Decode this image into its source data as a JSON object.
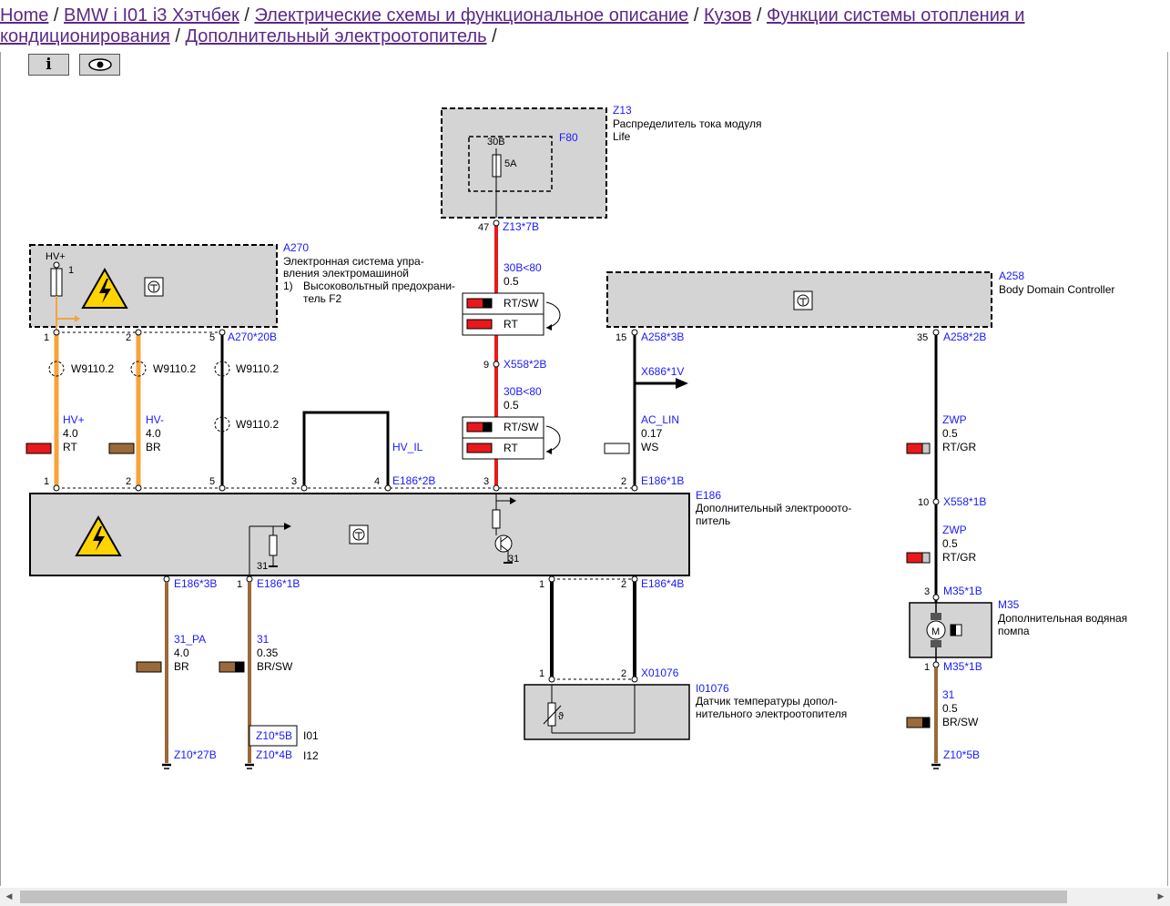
{
  "breadcrumb": {
    "items": [
      "Home",
      "BMW i I01 i3 Хэтчбек",
      "Электрические схемы и функциональное описание",
      "Кузов",
      "Функции системы отопления и кондиционирования",
      "Дополнительный электроотопитель"
    ],
    "separator": "/"
  },
  "toolbar": {
    "info_icon": "info-icon",
    "view_icon": "eye-icon"
  },
  "components": {
    "z13": {
      "id": "Z13",
      "desc1": "Распределитель тока модуля",
      "desc2": "Life",
      "fuse_id": "F80",
      "fuse_term": "30B",
      "fuse_rating": "5A"
    },
    "a270": {
      "id": "A270",
      "desc1": "Электронная система упра-",
      "desc2": "вления электромашиной",
      "note_num": "1)",
      "note1": "Высоковольтный предохрани-",
      "note2": "тель F2",
      "hv_label": "HV+",
      "hv_num": "1"
    },
    "a258": {
      "id": "A258",
      "desc": "Body Domain Controller"
    },
    "e186": {
      "id": "E186",
      "desc1": "Дополнительный электрооото-",
      "desc2": "питель",
      "gnd": "31",
      "gnd2": "31"
    },
    "m35": {
      "id": "M35",
      "desc1": "Дополнительная водяная",
      "desc2": "помпа"
    },
    "i01076": {
      "id": "I01076",
      "desc1": "Датчик температуры допол-",
      "desc2": "нительного электроотопителя"
    }
  },
  "connectors": {
    "z13_7b": "Z13*7B",
    "z13_pin": "47",
    "a270_20b": "A270*20B",
    "a258_3b": "A258*3B",
    "a258_3b_pin": "15",
    "a258_2b": "A258*2B",
    "a258_2b_pin": "35",
    "x558_2b": "X558*2B",
    "x558_2b_pin": "9",
    "x686": "X686*1V",
    "x558_1b": "X558*1B",
    "x558_1b_pin": "10",
    "e186_2b": "E186*2B",
    "e186_1b_top": "E186*1B",
    "e186_3b": "E186*3B",
    "e186_1b_bot": "E186*1B",
    "e186_4b": "E186*4B",
    "x01076": "X01076",
    "m35_1b_top": "M35*1B",
    "m35_1b_top_pin": "3",
    "m35_1b_bot": "M35*1B",
    "m35_1b_bot_pin": "1",
    "z10_27b": "Z10*27B",
    "z10_5b": "Z10*5B",
    "z10_5b_tag": "I01",
    "z10_4b": "Z10*4B",
    "z10_4b_tag": "I12",
    "z10_5b_m35": "Z10*5B",
    "w9110": "W9110.2"
  },
  "wires": {
    "w1": {
      "name": "30B<80",
      "gauge": "0.5",
      "legend1": "RT/SW",
      "legend2": "RT"
    },
    "w2": {
      "name": "30B<80",
      "gauge": "0.5",
      "legend1": "RT/SW",
      "legend2": "RT"
    },
    "hvp": {
      "name": "HV+",
      "gauge": "4.0",
      "color": "RT"
    },
    "hvm": {
      "name": "HV-",
      "gauge": "4.0",
      "color": "BR"
    },
    "hvil": {
      "name": "HV_IL"
    },
    "aclin": {
      "name": "AC_LIN",
      "gauge": "0.17",
      "color": "WS"
    },
    "zwp1": {
      "name": "ZWP",
      "gauge": "0.5",
      "color": "RT/GR"
    },
    "zwp2": {
      "name": "ZWP",
      "gauge": "0.5",
      "color": "RT/GR"
    },
    "pa31": {
      "name": "31_PA",
      "gauge": "4.0",
      "color": "BR"
    },
    "g31": {
      "name": "31",
      "gauge": "0.35",
      "color": "BR/SW"
    },
    "m31": {
      "name": "31",
      "gauge": "0.5",
      "color": "BR/SW"
    }
  },
  "pins": {
    "p1": "1",
    "p2": "2",
    "p3": "3",
    "p4": "4",
    "p5": "5"
  },
  "colors": {
    "orange": "#f7a33a",
    "red": "#e8191c",
    "brown": "#9a6a3a",
    "box": "#d4d4d4",
    "blue": "#1a1aff"
  }
}
